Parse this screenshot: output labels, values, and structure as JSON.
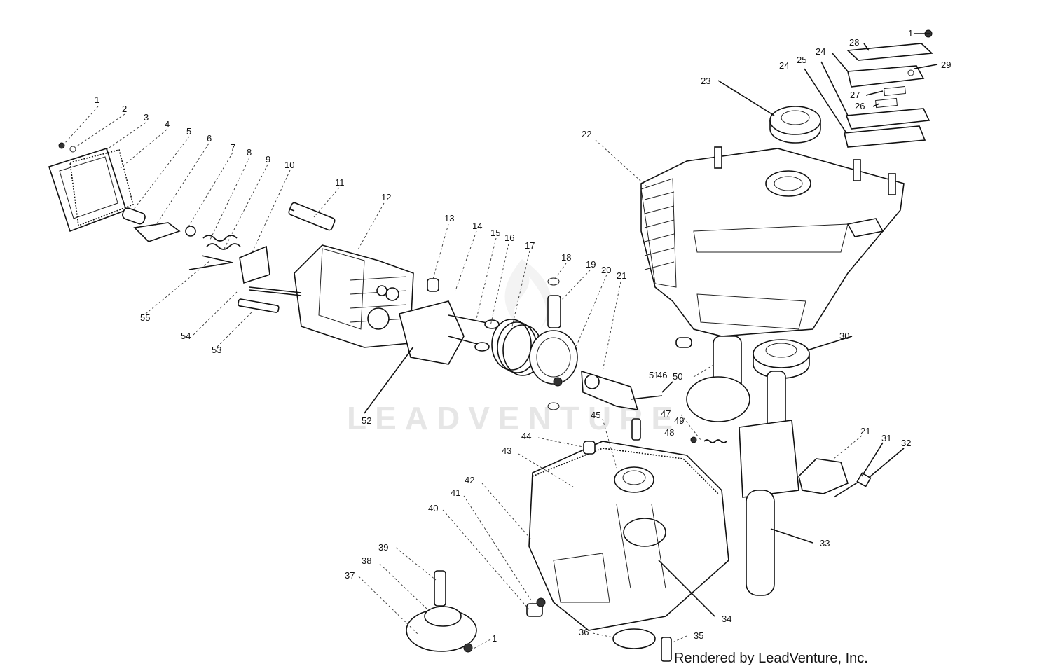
{
  "watermark": "LEADVENTURE",
  "credit": "Rendered by LeadVenture, Inc.",
  "callouts": {
    "c1a": "1",
    "c2": "2",
    "c3": "3",
    "c4": "4",
    "c5": "5",
    "c6": "6",
    "c7": "7",
    "c8": "8",
    "c9": "9",
    "c10": "10",
    "c11": "11",
    "c12": "12",
    "c13": "13",
    "c14": "14",
    "c15": "15",
    "c16": "16",
    "c17": "17",
    "c18": "18",
    "c19": "19",
    "c20": "20",
    "c21a": "21",
    "c22": "22",
    "c23": "23",
    "c1b": "1",
    "c28": "28",
    "c24a": "24",
    "c29": "29",
    "c24b": "24",
    "c25": "25",
    "c27": "27",
    "c26": "26",
    "c30": "30",
    "c51": "51",
    "c46": "46",
    "c50": "50",
    "c47": "47",
    "c49": "49",
    "c48": "48",
    "c45": "45",
    "c44": "44",
    "c43": "43",
    "c42": "42",
    "c41": "41",
    "c40": "40",
    "c39": "39",
    "c38": "38",
    "c37": "37",
    "c1c": "1",
    "c36": "36",
    "c35": "35",
    "c34": "34",
    "c33": "33",
    "c21b": "21",
    "c31": "31",
    "c32": "32",
    "c52": "52",
    "c53": "53",
    "c54": "54",
    "c55": "55"
  }
}
